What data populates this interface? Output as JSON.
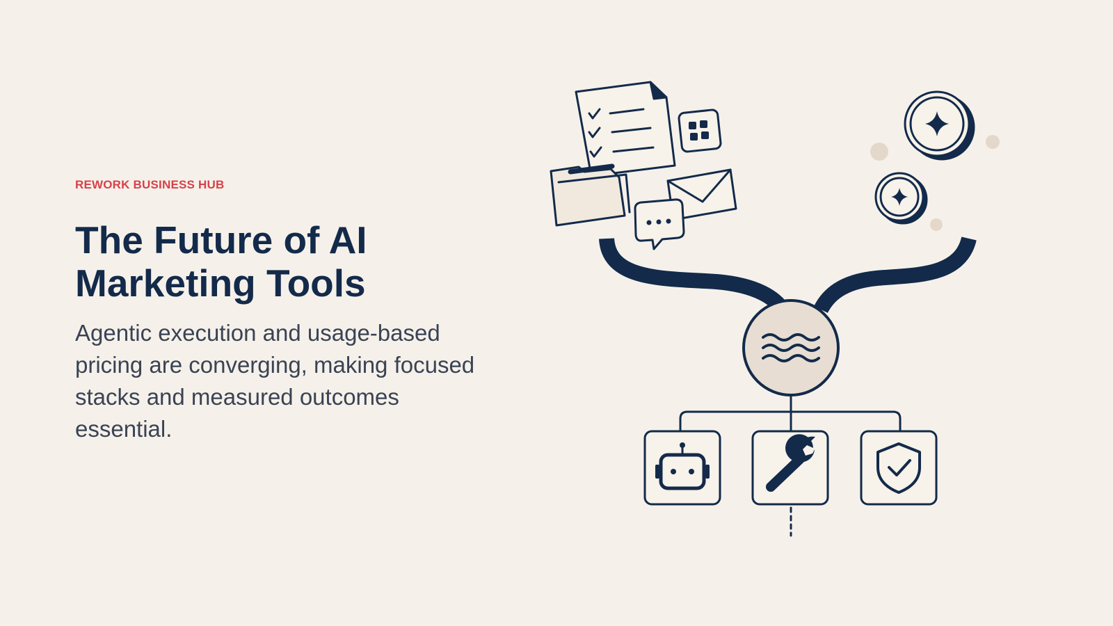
{
  "brand": "REWORK BUSINESS HUB",
  "title": "The Future of AI Marketing Tools",
  "subtitle": "Agentic execution and usage-based pricing are converging, making focused stacks and measured outcomes essential.",
  "colors": {
    "background": "#f5f1ea",
    "brand_accent": "#d8404a",
    "ink": "#132a4a",
    "hub_fill": "#e7ddd2"
  },
  "illustration": {
    "input_icons": [
      "checklist-document-icon",
      "app-grid-icon",
      "folder-icon",
      "envelope-icon",
      "chat-bubble-icon"
    ],
    "coin_icons": [
      "sparkle-coin-icon",
      "sparkle-coin-icon"
    ],
    "hub_icon": "waves-icon",
    "output_icons": [
      "robot-icon",
      "wrench-icon",
      "shield-check-icon"
    ]
  }
}
